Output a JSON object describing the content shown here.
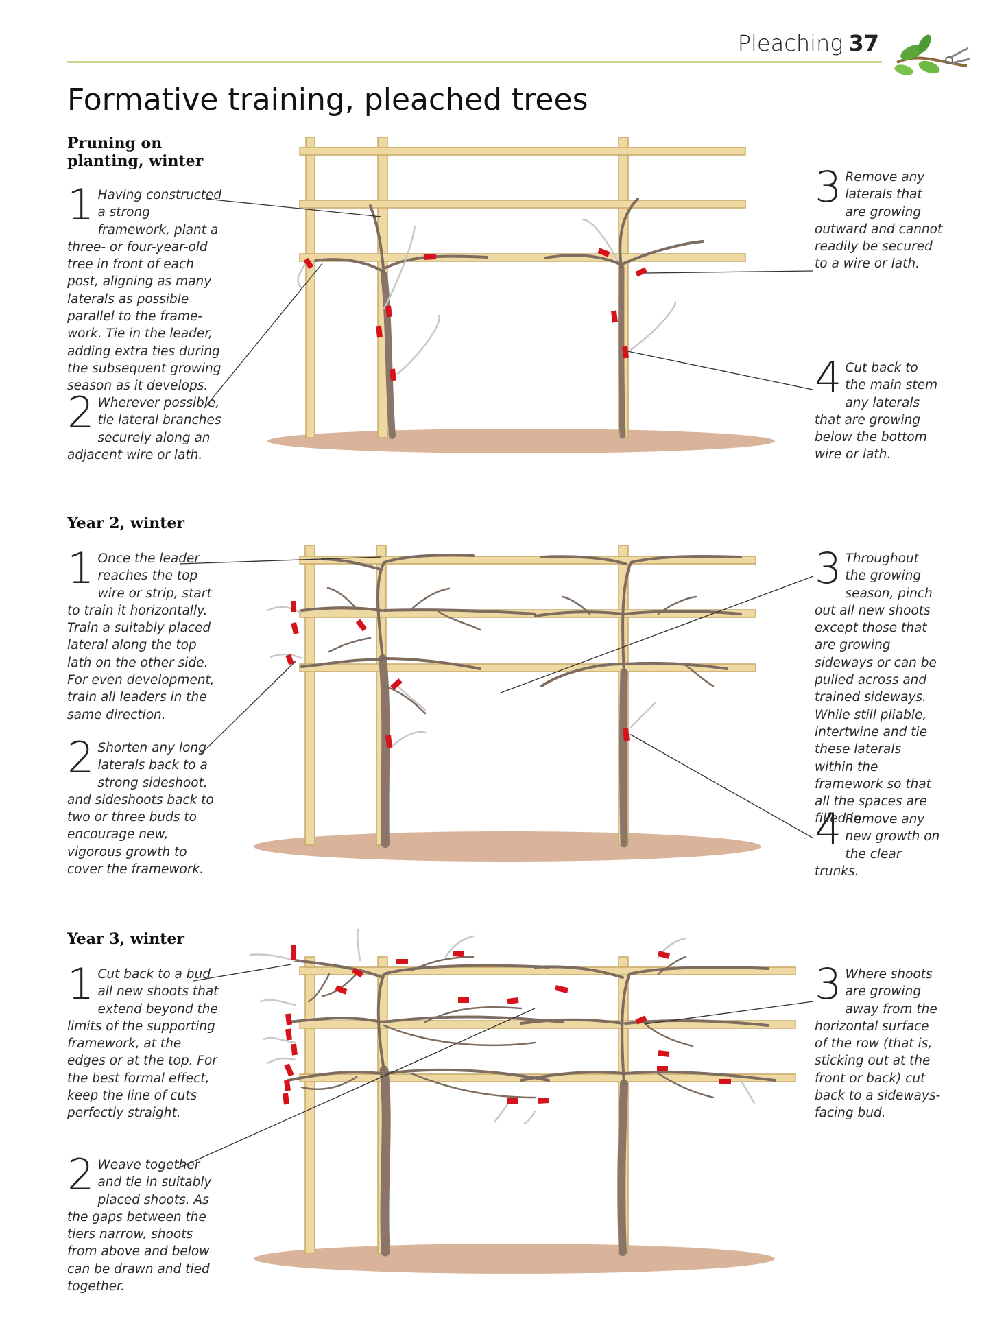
{
  "header": {
    "section": "Pleaching",
    "page_number": "37"
  },
  "title": "Formative training, pleached trees",
  "sections": [
    {
      "heading": "Pruning on planting, winter",
      "left_notes": [
        {
          "num": "1",
          "text": "Having constructed a strong framework, plant a three- or four-year-old tree in front of each post, aligning as many laterals as possible parallel to the frame-work. Tie in the leader, adding extra ties during the subsequent growing season as it develops."
        },
        {
          "num": "2",
          "text": "Wherever possible, tie lateral branches securely along an adjacent wire or lath."
        }
      ],
      "right_notes": [
        {
          "num": "3",
          "text": "Remove any laterals that are growing outward and cannot readily be secured to a wire or lath."
        },
        {
          "num": "4",
          "text": "Cut back to the main stem any laterals that are growing below the bottom wire or lath."
        }
      ]
    },
    {
      "heading": "Year 2, winter",
      "left_notes": [
        {
          "num": "1",
          "text": "Once the leader reaches the top wire or strip, start to train it horizontally. Train a suitably placed lateral along the top lath on the other side. For even development, train all leaders in the same direction."
        },
        {
          "num": "2",
          "text": "Shorten any long laterals back to a strong sideshoot, and sideshoots back to two or three buds to encourage new, vigorous growth to cover the framework."
        }
      ],
      "right_notes": [
        {
          "num": "3",
          "text": "Throughout the growing season, pinch out all new shoots except those that are growing sideways or can be pulled across and trained sideways. While still pliable, intertwine and tie these laterals within the framework so that all the spaces are filled in."
        },
        {
          "num": "4",
          "text": "Remove any new growth on the clear trunks."
        }
      ]
    },
    {
      "heading": "Year 3, winter",
      "left_notes": [
        {
          "num": "1",
          "text": "Cut back to a bud all new shoots that extend beyond the limits of the supporting framework, at the edges or at the top. For the best formal effect, keep the line of cuts perfectly straight."
        },
        {
          "num": "2",
          "text": "Weave together and tie in suitably placed shoots. As the gaps between the tiers narrow, shoots from above and below can be drawn and tied together."
        }
      ],
      "right_notes": [
        {
          "num": "3",
          "text": "Where shoots are growing away from the horizontal surface of the row (that is, sticking out at the front or back) cut back to a sideways-facing bud."
        }
      ]
    }
  ],
  "colors": {
    "wood": "#efd9a3",
    "wood_edge": "#c9a866",
    "bark": "#8a7668",
    "cut": "#d6121c",
    "soil": "#d9b49a",
    "rule": "#c9d98f"
  }
}
